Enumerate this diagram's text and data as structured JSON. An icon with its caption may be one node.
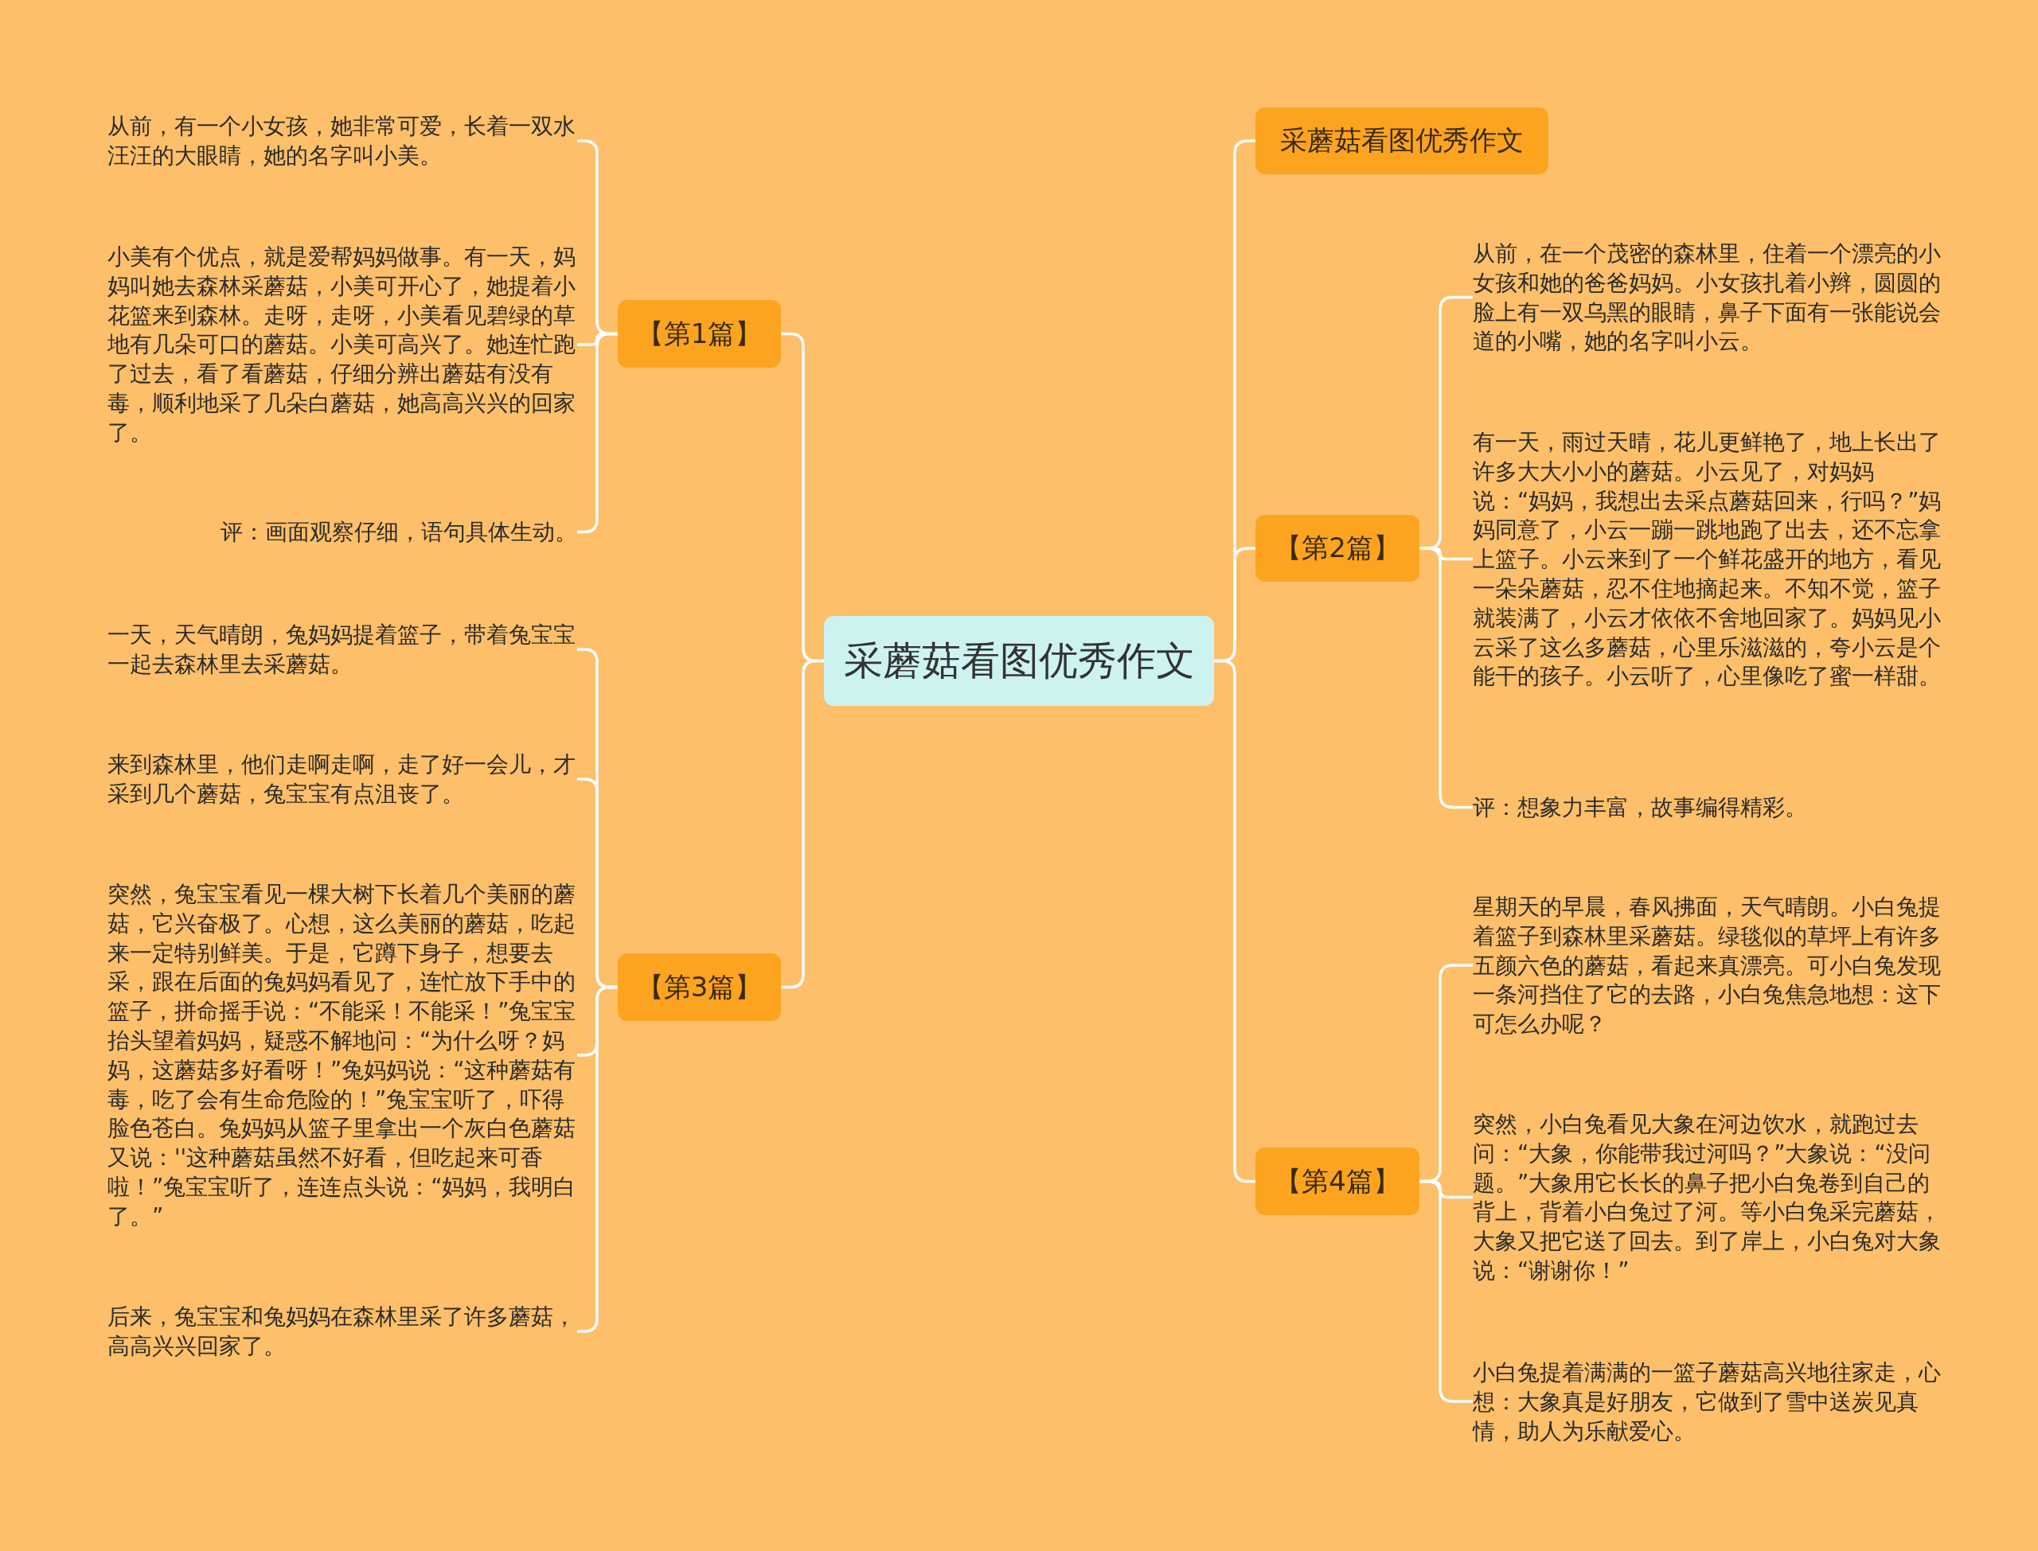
{
  "diagram": {
    "nodes": [
      {
        "text": [
          "采蘑菇看图优秀作文"
        ]
      },
      {
        "text": [
          "【第1篇】"
        ]
      },
      {
        "text": [
          "从前，有一个小女孩，她非常可爱，长着一双水汪汪的大眼睛，她的名字叫小美。"
        ]
      },
      {
        "text": [
          "小美有个优点，就是爱帮妈妈做事。有一天，妈妈叫她去森林采蘑菇，小美可开心了，她提着小花篮来到森林。走呀，走呀，小美看见碧绿的草地有几朵可口的蘑菇。小美可高兴了。她连忙跑了过去，看了看蘑菇，仔细分辨出蘑菇有没有毒，顺利地采了几朵白蘑菇，她高高兴兴的回家了。"
        ]
      },
      {
        "text": [
          "评：画面观察仔细，语句具体生动。"
        ]
      },
      {
        "text": [
          "【第3篇】"
        ]
      },
      {
        "text": [
          "一天，天气晴朗，兔妈妈提着篮子，带着兔宝宝一起去森林里去采蘑菇。"
        ]
      },
      {
        "text": [
          "来到森林里，他们走啊走啊，走了好一会儿，才采到几个蘑菇，兔宝宝有点沮丧了。"
        ]
      },
      {
        "text": [
          "突然，兔宝宝看见一棵大树下长着几个美丽的蘑菇，它兴奋极了。心想，这么美丽的蘑菇，吃起来一定特别鲜美。于是，它蹲下身子，想要去采，跟在后面的兔妈妈看见了，连忙放下手中的篮子，拼命摇手说：“不能采！不能采！”兔宝宝抬头望着妈妈，疑惑不解地问：“为什么呀？妈妈，这蘑菇多好看呀！”兔妈妈说：“这种蘑菇有毒，吃了会有生命危险的！”兔宝宝听了，吓得脸色苍白。兔妈妈从篮子里拿出一个灰白色蘑菇又说：''这种蘑菇虽然不好看，但吃起来可香啦！”兔宝宝听了，连连点头说：“妈妈，我明白了。”"
        ]
      },
      {
        "text": [
          "后来，兔宝宝和兔妈妈在森林里采了许多蘑菇，高高兴兴回家了。"
        ]
      },
      {
        "text": [
          "采蘑菇看图优秀作文"
        ]
      },
      {
        "text": [
          "【第2篇】"
        ]
      },
      {
        "text": [
          "从前，在一个茂密的森林里，住着一个漂亮的小女孩和她的爸爸妈妈。小女孩扎着小辫，圆圆的脸上有一双乌黑的眼睛，鼻子下面有一张能说会道的小嘴，她的名字叫小云。"
        ]
      },
      {
        "text": [
          "有一天，雨过天晴，花儿更鲜艳了，地上长出了许多大大小小的蘑菇。小云见了，对妈妈说：“妈妈，我想出去采点蘑菇回来，行吗？”妈妈同意了，小云一蹦一跳地跑了出去，还不忘拿上篮子。小云来到了一个鲜花盛开的地方，看见一朵朵蘑菇，忍不住地摘起来。不知不觉，篮子就装满了，小云才依依不舍地回家了。妈妈见小云采了这么多蘑菇，心里乐滋滋的，夸小云是个能干的孩子。小云听了，心里像吃了蜜一样甜。"
        ]
      },
      {
        "text": [
          "评：想象力丰富，故事编得精彩。"
        ]
      },
      {
        "text": [
          "【第4篇】"
        ]
      },
      {
        "text": [
          "星期天的早晨，春风拂面，天气晴朗。小白兔提着篮子到森林里采蘑菇。绿毯似的草坪上有许多五颜六色的蘑菇，看起来真漂亮。可小白兔发现一条河挡住了它的去路，小白兔焦急地想：这下可怎么办呢？"
        ]
      },
      {
        "text": [
          "突然，小白兔看见大象在河边饮水，就跑过去问：“大象，你能带我过河吗？”大象说：“没问题。”大象用它长长的鼻子把小白兔卷到自己的背上，背着小白兔过了河。等小白兔采完蘑菇，大象又把它送了回去。到了岸上，小白兔对大象说：“谢谢你！”"
        ]
      },
      {
        "text": [
          "小白兔提着满满的一篮子蘑菇高兴地往家走，心想：大象真是好朋友，它做到了雪中送炭见真情，助人为乐献爱心。"
        ]
      }
    ],
    "edges": [
      {
        "from": 0,
        "to": 1,
        "arrow": "none"
      },
      {
        "from": 1,
        "to": 2,
        "arrow": "none"
      },
      {
        "from": 1,
        "to": 3,
        "arrow": "none"
      },
      {
        "from": 1,
        "to": 4,
        "arrow": "none"
      },
      {
        "from": 0,
        "to": 5,
        "arrow": "none"
      },
      {
        "from": 5,
        "to": 6,
        "arrow": "none"
      },
      {
        "from": 5,
        "to": 7,
        "arrow": "none"
      },
      {
        "from": 5,
        "to": 8,
        "arrow": "none"
      },
      {
        "from": 5,
        "to": 9,
        "arrow": "none"
      },
      {
        "from": 0,
        "to": 10,
        "arrow": "none"
      },
      {
        "from": 0,
        "to": 11,
        "arrow": "none"
      },
      {
        "from": 11,
        "to": 12,
        "arrow": "none"
      },
      {
        "from": 11,
        "to": 13,
        "arrow": "none"
      },
      {
        "from": 11,
        "to": 14,
        "arrow": "none"
      },
      {
        "from": 0,
        "to": 15,
        "arrow": "none"
      },
      {
        "from": 15,
        "to": 16,
        "arrow": "none"
      },
      {
        "from": 15,
        "to": 17,
        "arrow": "none"
      },
      {
        "from": 15,
        "to": 18,
        "arrow": "none"
      }
    ]
  }
}
